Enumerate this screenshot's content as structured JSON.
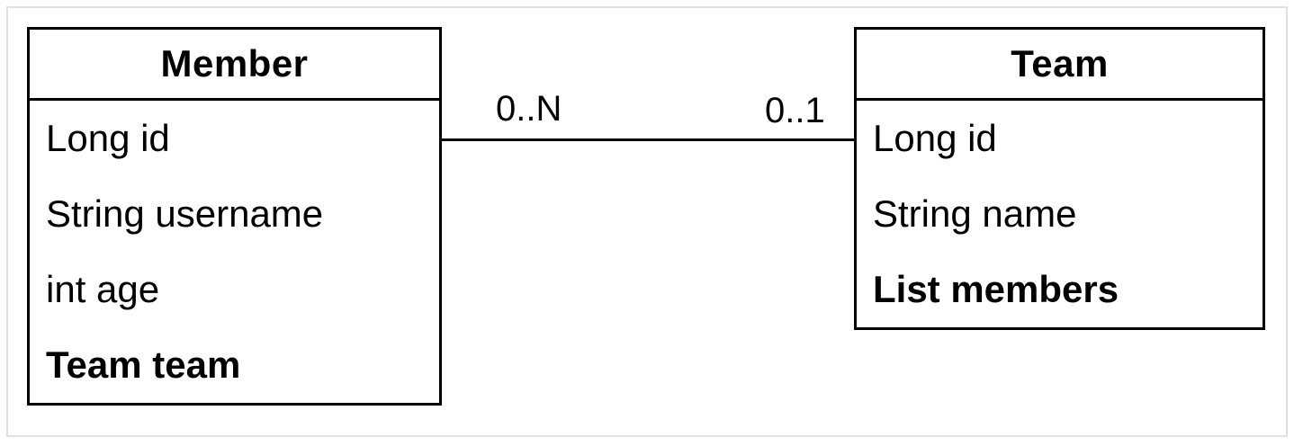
{
  "diagram": {
    "type": "entity-relationship",
    "entities": [
      {
        "name": "Member",
        "attributes": [
          {
            "text": "Long id",
            "style": "normal"
          },
          {
            "text": "String username",
            "style": "normal"
          },
          {
            "text": "int age",
            "style": "normal"
          },
          {
            "text": "Team team",
            "style": "bold"
          }
        ]
      },
      {
        "name": "Team",
        "attributes": [
          {
            "text": "Long id",
            "style": "normal"
          },
          {
            "text": "String name",
            "style": "normal"
          },
          {
            "text": "List members",
            "style": "bold"
          }
        ]
      }
    ],
    "relationship": {
      "from": "Member",
      "to": "Team",
      "source_cardinality": "0..N",
      "target_cardinality": "0..1"
    },
    "colors": {
      "stroke": "#000000",
      "background": "#ffffff",
      "outer_frame": "#e1e1e1"
    }
  }
}
